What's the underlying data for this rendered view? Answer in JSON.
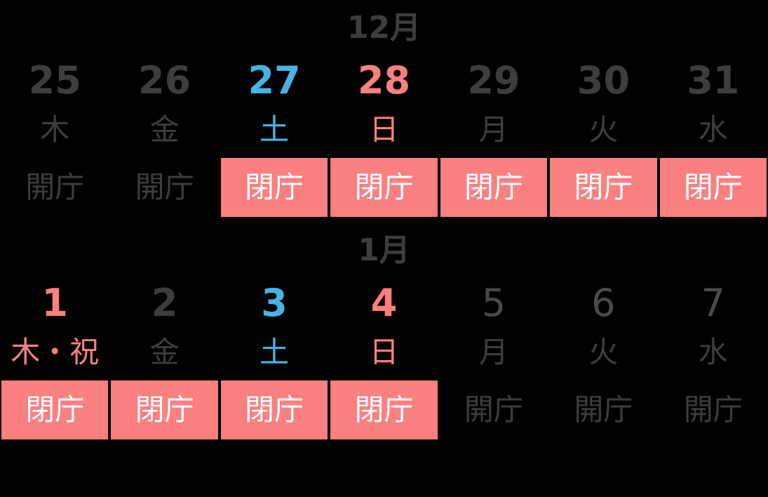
{
  "calendar": {
    "background_color": "#000000",
    "closed_color": "#fb8080",
    "saturday_color": "#45b4e4",
    "sunday_color": "#fb8080",
    "weekday_color": "#3d3d3d",
    "closed_text_color": "#ffffff",
    "months": [
      {
        "title": "12月",
        "columns": [
          {
            "date": "25",
            "date_color": "gray",
            "day": "木",
            "day_color": "gray",
            "status": "開庁",
            "closed": false
          },
          {
            "date": "26",
            "date_color": "gray",
            "day": "金",
            "day_color": "gray",
            "status": "開庁",
            "closed": false
          },
          {
            "date": "27",
            "date_color": "blue",
            "day": "土",
            "day_color": "blue",
            "status": "閉庁",
            "closed": true
          },
          {
            "date": "28",
            "date_color": "pink",
            "day": "日",
            "day_color": "pink",
            "status": "閉庁",
            "closed": true
          },
          {
            "date": "29",
            "date_color": "gray",
            "day": "月",
            "day_color": "gray",
            "status": "閉庁",
            "closed": true
          },
          {
            "date": "30",
            "date_color": "gray",
            "day": "火",
            "day_color": "gray",
            "status": "閉庁",
            "closed": true
          },
          {
            "date": "31",
            "date_color": "gray",
            "day": "水",
            "day_color": "gray",
            "status": "閉庁",
            "closed": true
          }
        ]
      },
      {
        "title": "1月",
        "columns": [
          {
            "date": "1",
            "date_color": "pink",
            "day": "木・祝",
            "day_color": "pink",
            "status": "閉庁",
            "closed": true
          },
          {
            "date": "2",
            "date_color": "gray",
            "day": "金",
            "day_color": "gray",
            "status": "閉庁",
            "closed": true
          },
          {
            "date": "3",
            "date_color": "blue",
            "day": "土",
            "day_color": "blue",
            "status": "閉庁",
            "closed": true
          },
          {
            "date": "4",
            "date_color": "pink",
            "day": "日",
            "day_color": "pink",
            "status": "閉庁",
            "closed": true
          },
          {
            "date": "5",
            "date_color": "light",
            "day": "月",
            "day_color": "gray",
            "status": "開庁",
            "closed": false
          },
          {
            "date": "6",
            "date_color": "light",
            "day": "火",
            "day_color": "gray",
            "status": "開庁",
            "closed": false
          },
          {
            "date": "7",
            "date_color": "light",
            "day": "水",
            "day_color": "gray",
            "status": "開庁",
            "closed": false
          }
        ]
      }
    ]
  }
}
